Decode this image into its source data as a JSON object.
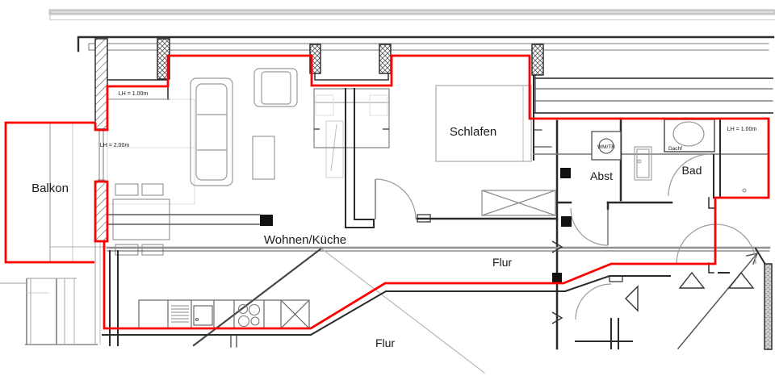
{
  "drawing": {
    "type": "floor-plan",
    "rooms": {
      "balkon": "Balkon",
      "wohnen_kueche": "Wohnen/Küche",
      "schlafen": "Schlafen",
      "flur_right": "Flur",
      "flur_bottom": "Flur",
      "abst": "Abst",
      "bad": "Bad"
    },
    "annotations": {
      "lh_100_left": "LH = 1.00m",
      "lh_200_left": "LH = 2.00m",
      "lh_100_right": "LH = 1.00m",
      "washer_dryer": "WM/TR",
      "roof_window": "Dachf"
    },
    "colors": {
      "apartment_outline": "#ff0000",
      "wall_dark": "#2a2a2a",
      "wall_gray": "#8f8f8f",
      "furniture_gray": "#9a9a9a",
      "pale_gray": "#d5d5d5"
    }
  }
}
